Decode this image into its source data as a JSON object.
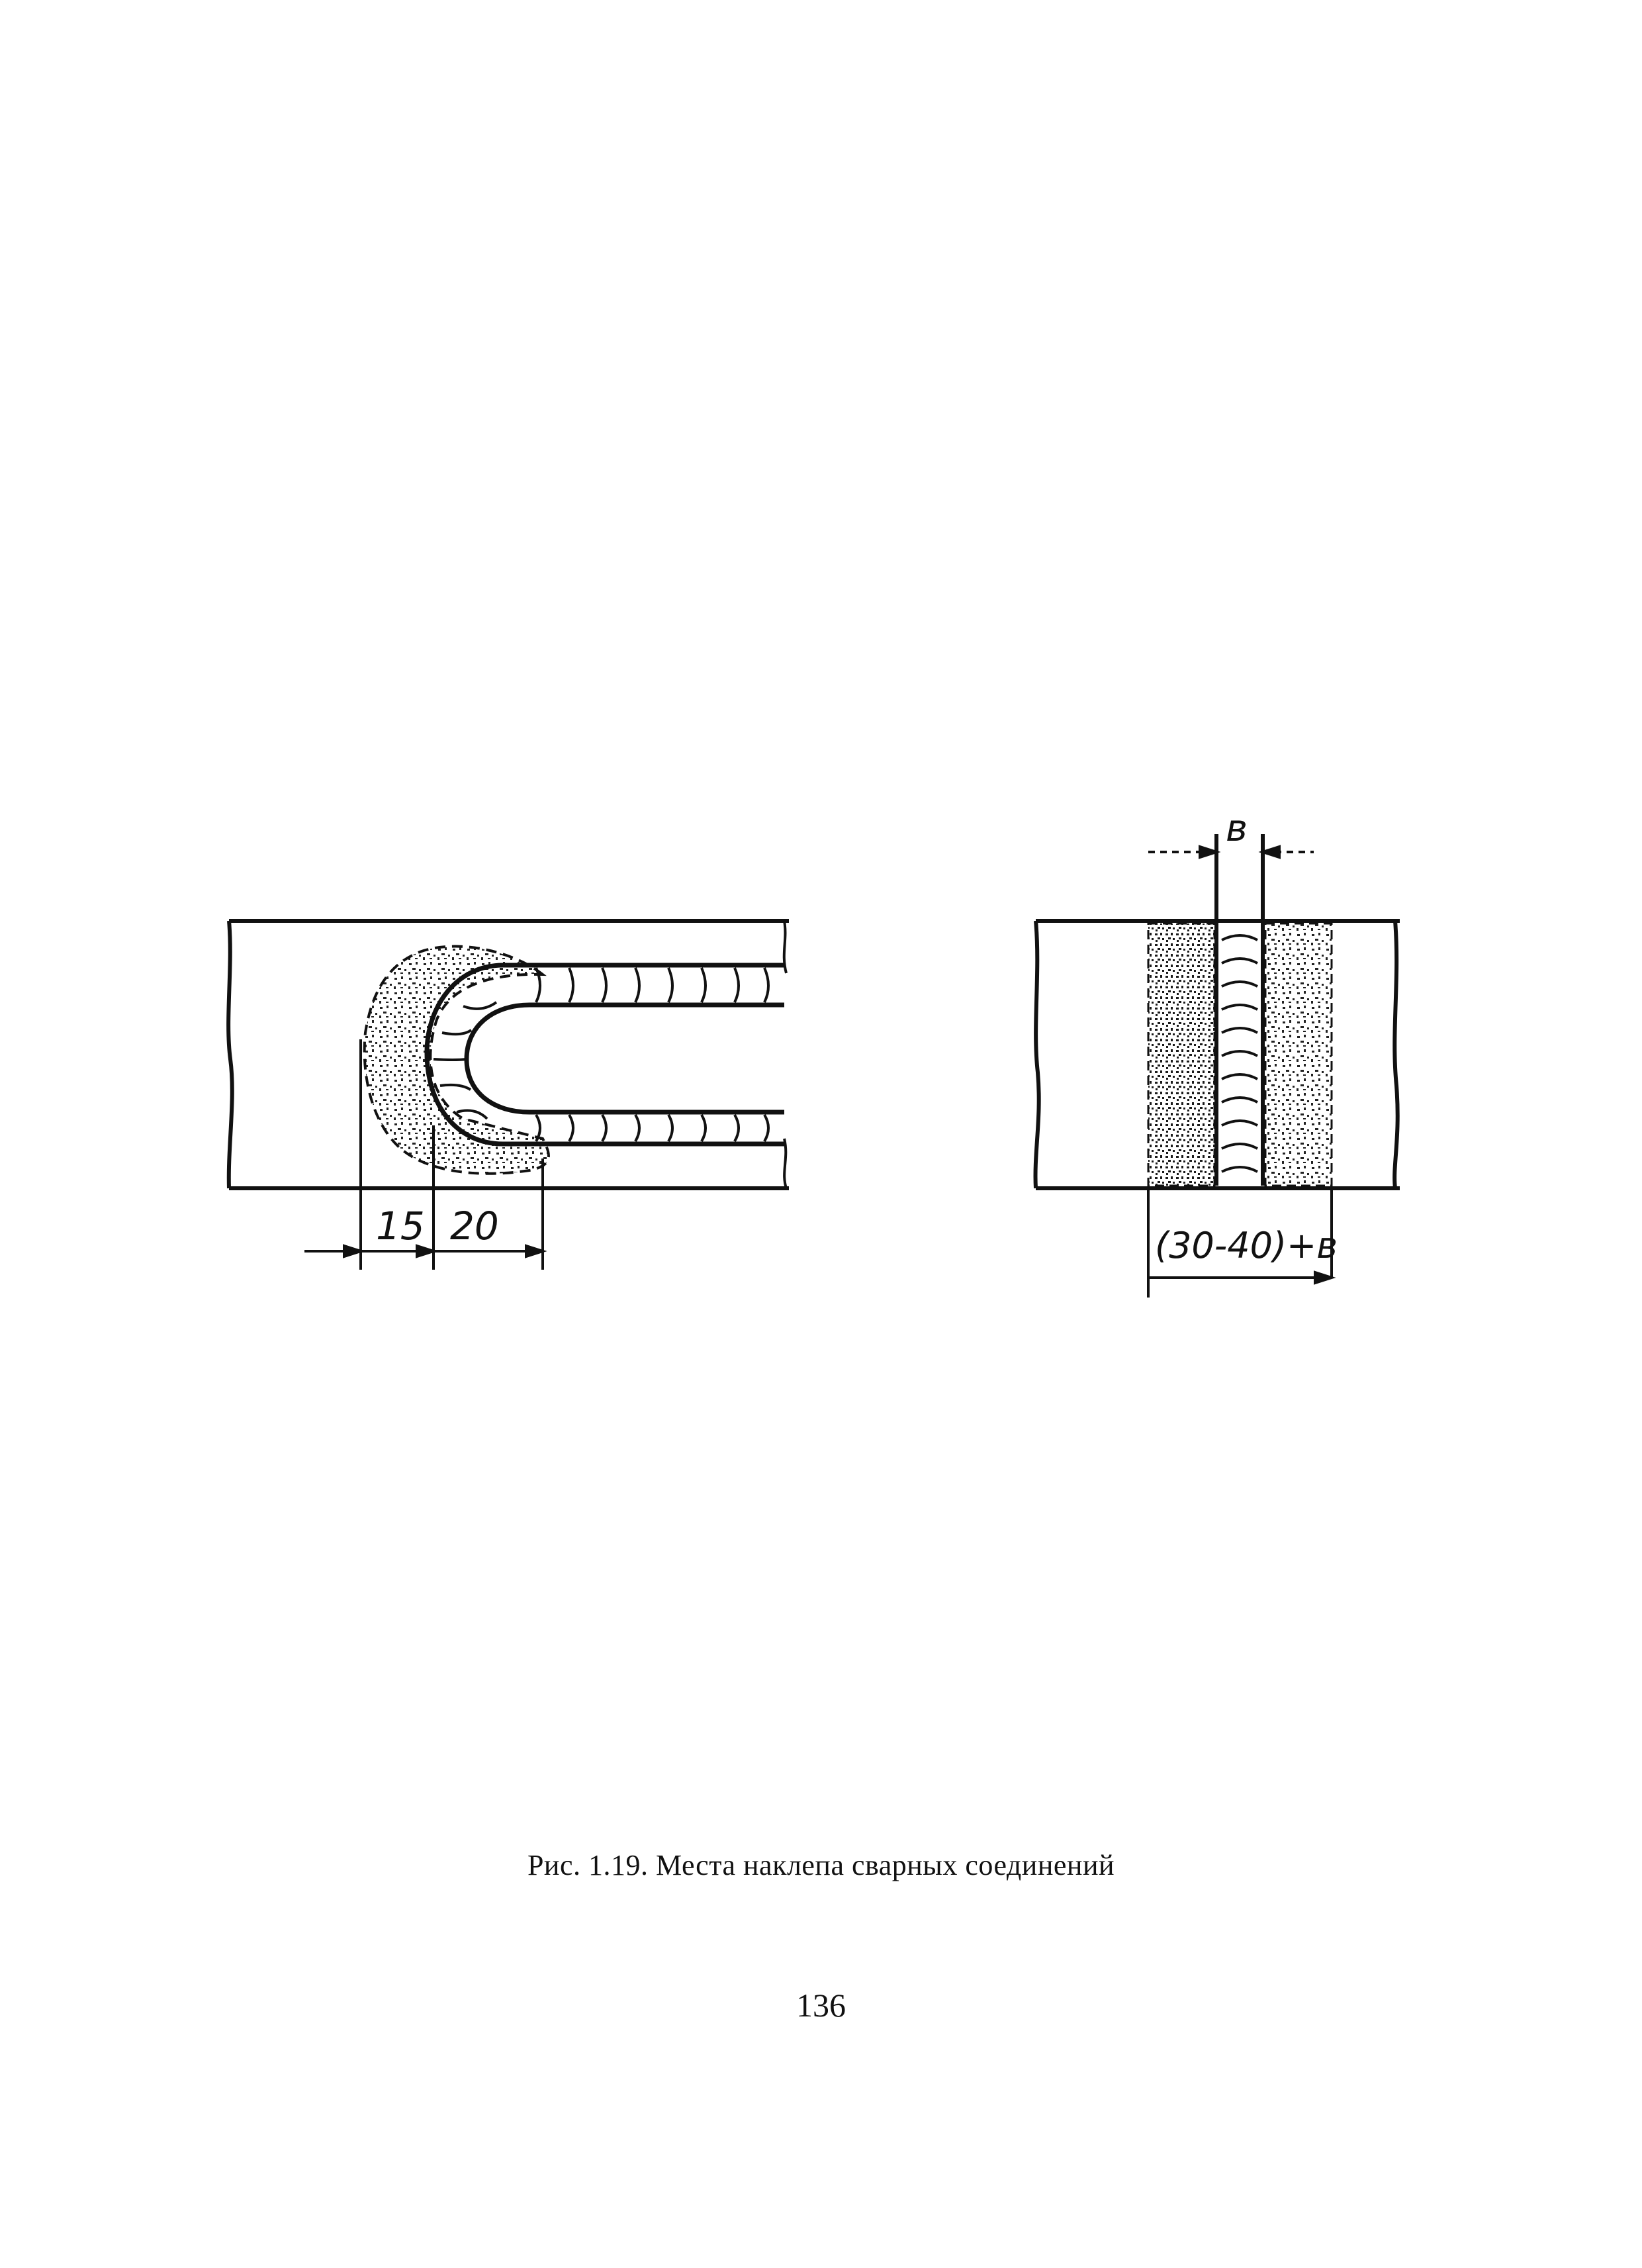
{
  "figure": {
    "left": {
      "dim_15": "15",
      "dim_20": "20"
    },
    "right": {
      "dim_b": "в",
      "dim_width": "(30-40)+в"
    }
  },
  "caption": "Рис. 1.19. Места наклепа сварных соединений",
  "page_number": "136"
}
